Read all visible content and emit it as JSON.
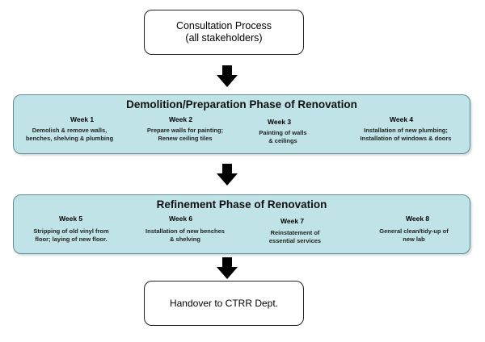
{
  "consultation": {
    "line1": "Consultation Process",
    "line2": "(all stakeholders)"
  },
  "phase1": {
    "title": "Demolition/Preparation Phase of Renovation",
    "weeks": [
      {
        "label": "Week 1",
        "desc1": "Demolish & remove walls,",
        "desc2": "benches, shelving & plumbing"
      },
      {
        "label": "Week 2",
        "desc1": "Prepare walls for painting;",
        "desc2": "Renew ceiling tiles"
      },
      {
        "label": "Week 3",
        "desc1": "Painting of walls",
        "desc2": "& ceilings"
      },
      {
        "label": "Week 4",
        "desc1": "Installation of new plumbing;",
        "desc2": "Installation of windows & doors"
      }
    ]
  },
  "phase2": {
    "title": "Refinement Phase of Renovation",
    "weeks": [
      {
        "label": "Week 5",
        "desc1": "Stripping of old vinyl from",
        "desc2": "floor; laying of new floor."
      },
      {
        "label": "Week 6",
        "desc1": "Installation of new benches",
        "desc2": "& shelving"
      },
      {
        "label": "Week 7",
        "desc1": "Reinstatement of",
        "desc2": "essential services"
      },
      {
        "label": "Week 8",
        "desc1": "General clean/tidy-up of",
        "desc2": "new lab"
      }
    ]
  },
  "handover": {
    "label": "Handover to CTRR Dept."
  },
  "colors": {
    "phase_fill": "#bfe3e6",
    "phase_border": "#5a8f96",
    "arrow": "#000000"
  }
}
